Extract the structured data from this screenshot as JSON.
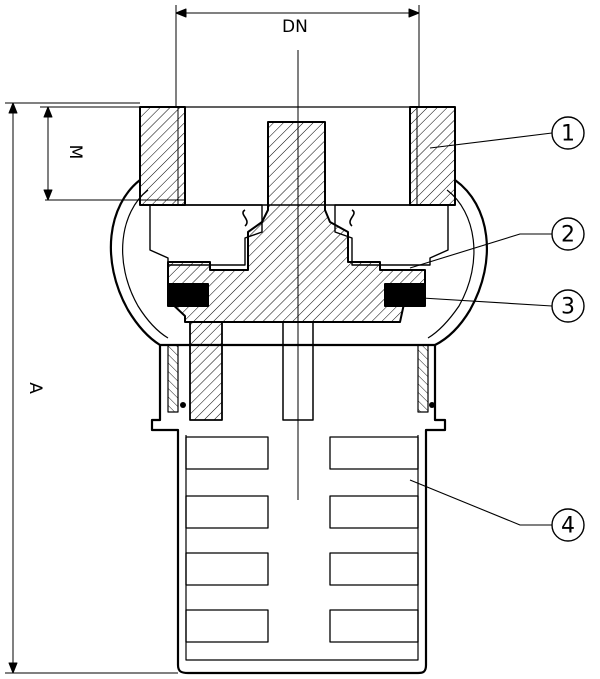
{
  "dimensions": {
    "nominal_diameter": "DN",
    "thread_length": "M",
    "overall_length": "A"
  },
  "callouts": [
    {
      "number": "1"
    },
    {
      "number": "2"
    },
    {
      "number": "3"
    },
    {
      "number": "4"
    }
  ]
}
